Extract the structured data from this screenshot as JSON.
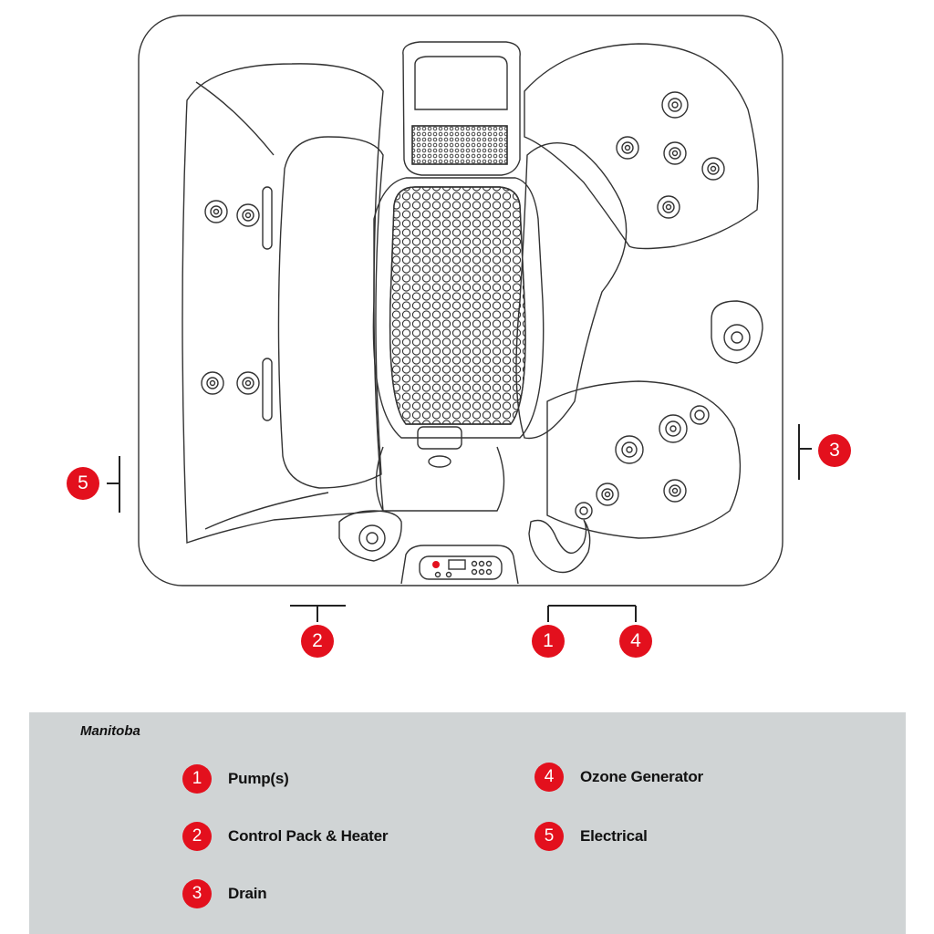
{
  "colors": {
    "marker": "#e3101d",
    "line": "#333333",
    "panel": "#d0d4d5"
  },
  "diagram": {
    "markers": [
      {
        "id": "5",
        "label": "5"
      },
      {
        "id": "3",
        "label": "3"
      },
      {
        "id": "2",
        "label": "2"
      },
      {
        "id": "1",
        "label": "1"
      },
      {
        "id": "4",
        "label": "4"
      }
    ]
  },
  "legend": {
    "title": "Manitoba",
    "items": [
      {
        "number": "1",
        "label": "Pump(s)"
      },
      {
        "number": "2",
        "label": "Control Pack & Heater"
      },
      {
        "number": "3",
        "label": "Drain"
      },
      {
        "number": "4",
        "label": "Ozone Generator"
      },
      {
        "number": "5",
        "label": "Electrical"
      }
    ]
  }
}
